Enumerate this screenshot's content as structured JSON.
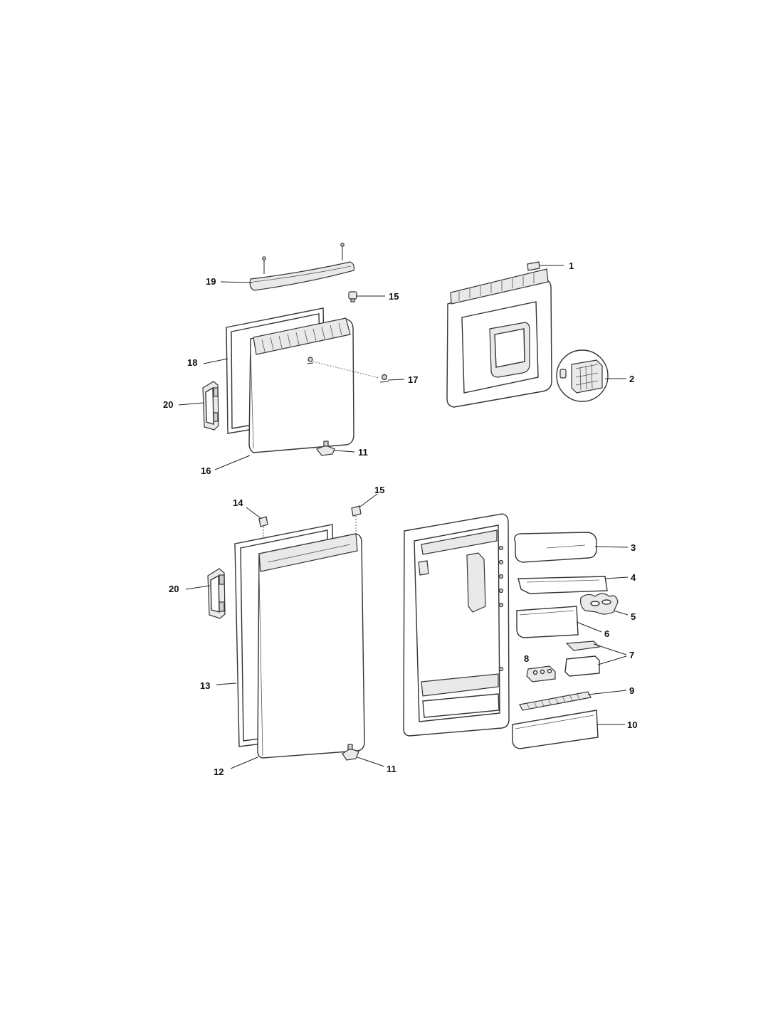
{
  "diagram": {
    "callouts": [
      {
        "id": "1",
        "text": "1"
      },
      {
        "id": "2",
        "text": "2"
      },
      {
        "id": "3",
        "text": "3"
      },
      {
        "id": "4",
        "text": "4"
      },
      {
        "id": "5",
        "text": "5"
      },
      {
        "id": "6",
        "text": "6"
      },
      {
        "id": "7",
        "text": "7"
      },
      {
        "id": "8",
        "text": "8"
      },
      {
        "id": "9",
        "text": "9"
      },
      {
        "id": "10",
        "text": "10"
      },
      {
        "id": "11a",
        "text": "11"
      },
      {
        "id": "11b",
        "text": "11"
      },
      {
        "id": "12",
        "text": "12"
      },
      {
        "id": "13",
        "text": "13"
      },
      {
        "id": "14",
        "text": "14"
      },
      {
        "id": "15a",
        "text": "15"
      },
      {
        "id": "15b",
        "text": "15"
      },
      {
        "id": "16",
        "text": "16"
      },
      {
        "id": "17",
        "text": "17"
      },
      {
        "id": "18",
        "text": "18"
      },
      {
        "id": "19",
        "text": "19"
      },
      {
        "id": "20a",
        "text": "20"
      },
      {
        "id": "20b",
        "text": "20"
      }
    ]
  }
}
